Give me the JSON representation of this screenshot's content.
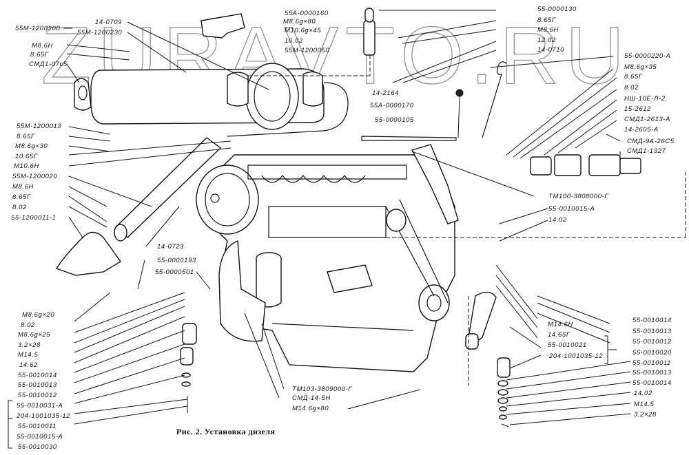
{
  "figure": {
    "caption": "Рис. 2. Установка дизеля",
    "watermark": "ZURAVTO.RU",
    "subject": "diesel-engine-installation-exploded-view"
  },
  "labels": {
    "top_left": [
      "55М-1200200",
      "14-0709",
      "55М-1200230",
      "М8.6Н",
      "8.65Г",
      "СМД1-07с5"
    ],
    "top_center": [
      "55А-0000160",
      "М8.6g×80",
      "М10.6g×45",
      "10.02",
      "55М-1200050"
    ],
    "top_right": [
      "55-0000130",
      "8.65Г",
      "М8.6Н",
      "12.02",
      "14-0710"
    ],
    "right_upper": [
      "55-0000220-А",
      "М8.6g×35",
      "8.65Г",
      "8.02",
      "НШ-10Е-Л-2.",
      "15-2612",
      "СМД1-2613-А",
      "14-2605-А",
      "СМД-9А-26С5",
      "СМД1-1327"
    ],
    "center": [
      "14-2164",
      "55А-0000170",
      "55-0000105"
    ],
    "right_middle": [
      "ТМ100-3808000-Г",
      "55-0010015-А",
      "14.02"
    ],
    "left_middle": [
      "55М-1200013",
      "8.65Г",
      "М8.6g×30",
      "10.65Г",
      "М10.6Н",
      "55М-1200020",
      "М8.6Н",
      "8.65Г",
      "8.02",
      "55-1200011-1"
    ],
    "center_left": [
      "14-0723",
      "55-0000193",
      "55-0000501"
    ],
    "left_lower": [
      "М8.6g×20",
      "8.02",
      "М8.6g×25",
      "3.2×28",
      "М14.5",
      "14.62",
      "55-0010014",
      "55-0010013",
      "55-0010012",
      "55-0010031-А",
      "204-1001035-12",
      "55-0010011",
      "55-0010015-А",
      "55-0010030"
    ],
    "right_lower_inner": [
      "М14.6Н",
      "14.65Г",
      "55-0010021",
      "204-1001035-12"
    ],
    "right_lower_outer": [
      "55-0010014",
      "55-0010013",
      "55-0010012",
      "55-0010020",
      "55-0010011",
      "55-0010013",
      "55-0010014",
      "14.02",
      "М14.5",
      "3.2×28"
    ],
    "bottom_center": [
      "ТМ103-3809000-Г",
      "СМД-14-5Н",
      "М14.6g×80"
    ]
  }
}
